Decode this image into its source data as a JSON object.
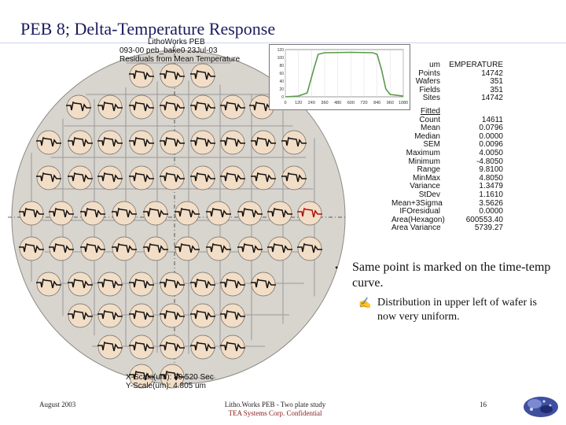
{
  "slide": {
    "title": "PEB 8; Delta-Temperature Response"
  },
  "plot_header": {
    "line1": "LithoWorks PEB",
    "line2": "093-00  peb_bake0    23Jul-03",
    "line3": "Residuals from Mean Temperature"
  },
  "stats_panel": {
    "heading_left": "um",
    "heading_right": "EMPERATURE",
    "top_rows": [
      {
        "label": "Points",
        "value": "14742"
      },
      {
        "label": "Wafers",
        "value": "351"
      },
      {
        "label": "Fields",
        "value": "351"
      },
      {
        "label": "Sites",
        "value": "14742"
      }
    ],
    "section_label": "Fitted",
    "fit_rows": [
      {
        "label": "Count",
        "value": "14611"
      },
      {
        "label": "Mean",
        "value": "0.0796"
      },
      {
        "label": "Median",
        "value": "0.0000"
      },
      {
        "label": "SEM",
        "value": "0.0096"
      },
      {
        "label": "Maximum",
        "value": "4.0050"
      },
      {
        "label": "Minimum",
        "value": "-4.8050"
      },
      {
        "label": "Range",
        "value": "9.8100"
      },
      {
        "label": "MinMax",
        "value": "4.8050"
      },
      {
        "label": "Variance",
        "value": "1.3479"
      },
      {
        "label": "StDev",
        "value": "1.1610"
      },
      {
        "label": "Mean+3Sigma",
        "value": "3.5626"
      },
      {
        "label": "IFOresidual",
        "value": "0.0000"
      },
      {
        "label": "Area(Hexagon)",
        "value": "600553.40"
      },
      {
        "label": "Area Variance",
        "value": "5739.27"
      }
    ]
  },
  "bullets": {
    "main": "Same point is marked on the time-temp curve.",
    "sub": "Distribution in upper left of wafer is now very uniform."
  },
  "scale_labels": {
    "x_scale": "X-Scale(um): 80.520 Sec",
    "y_scale": "Y-Scale(um): 4.805 um"
  },
  "footer": {
    "date": "August 2003",
    "center_line1": "Litho.Works PEB - Two plate study",
    "center_line2": "TEA Systems Corp. Confidential",
    "page_number": "16"
  },
  "inset_chart": {
    "x_ticks": [
      "0",
      "120",
      "240",
      "360",
      "480",
      "600",
      "720",
      "840",
      "960",
      "1080"
    ],
    "y_ticks": [
      "0",
      "20",
      "40",
      "60",
      "80",
      "100",
      "120"
    ],
    "curve_color": "#5a9a4a"
  },
  "colors": {
    "wafer_fill": "#d8d4ce",
    "grid_line": "#9a9a9a",
    "site_bg": "#f2ddc6",
    "trace": "#111111",
    "accent_trace": "#b01010",
    "axis_dash": "#333333"
  }
}
